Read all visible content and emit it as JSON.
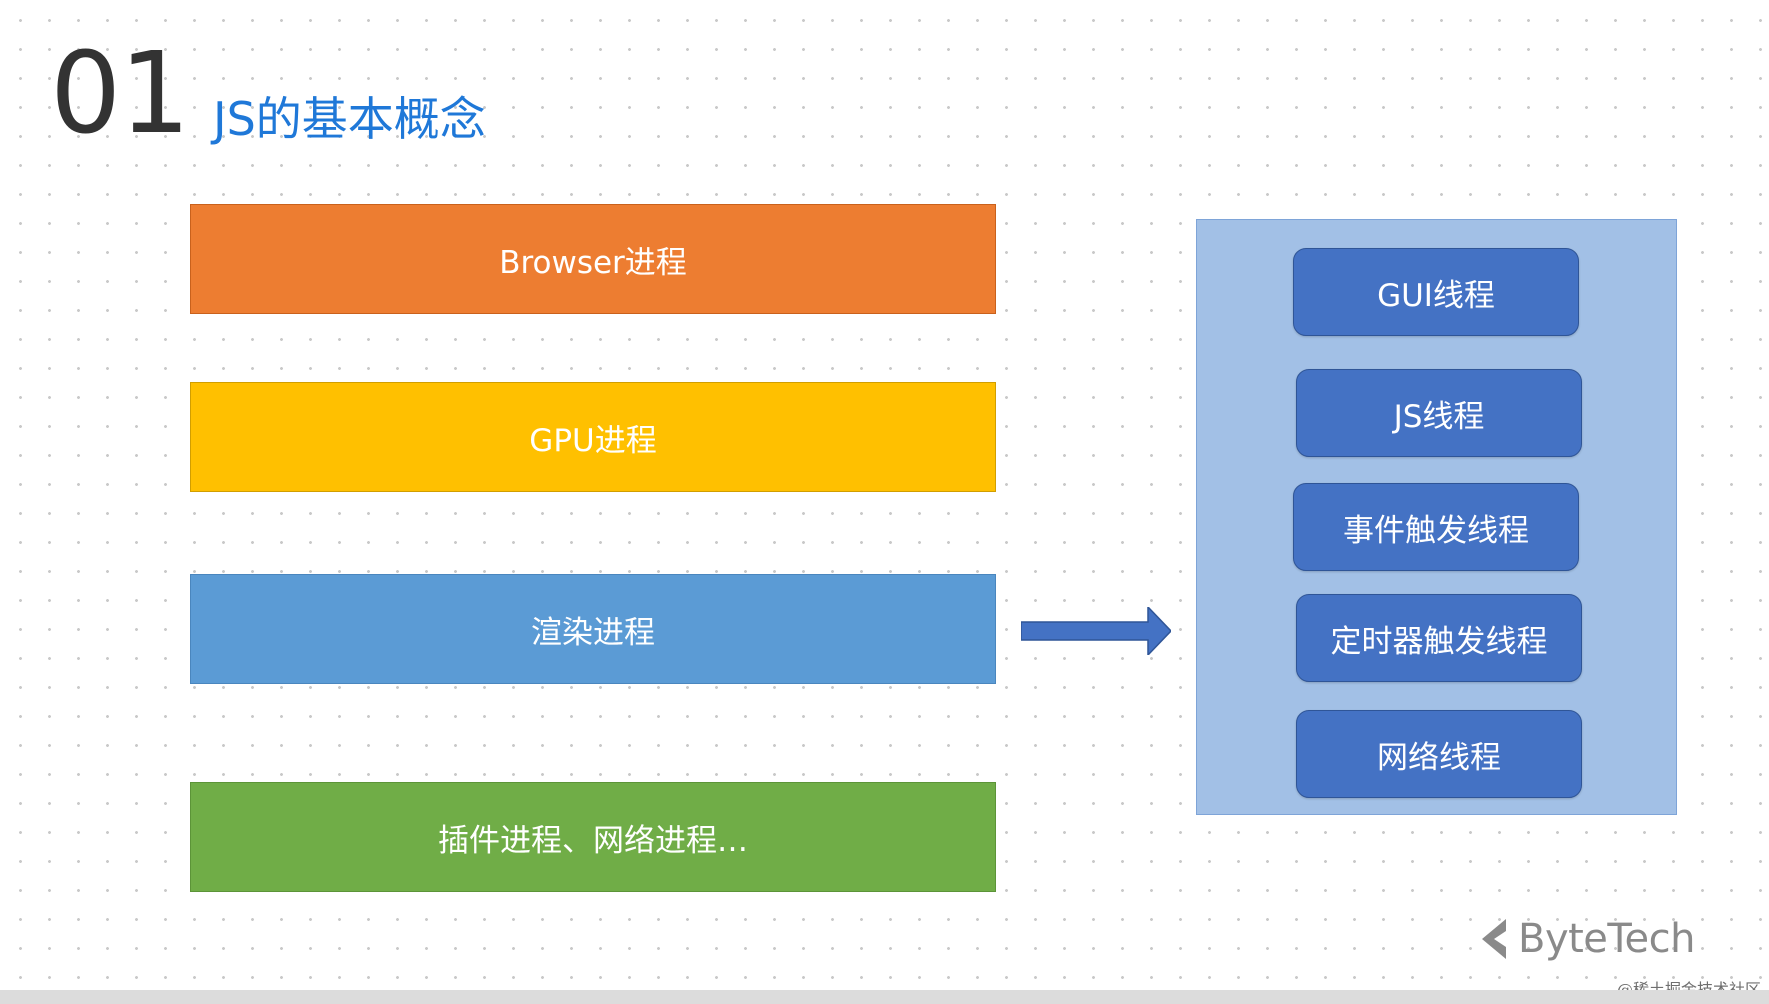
{
  "header": {
    "section_number": "01",
    "title": "JS的基本概念"
  },
  "processes": [
    {
      "label": "Browser进程",
      "color": "#ed7d31"
    },
    {
      "label": "GPU进程",
      "color": "#ffc000"
    },
    {
      "label": "渲染进程",
      "color": "#5b9bd5"
    },
    {
      "label": "插件进程、网络进程…",
      "color": "#70ad47"
    }
  ],
  "relation": {
    "from": "渲染进程",
    "icon": "right-arrow-icon",
    "color": "#4472c4"
  },
  "threads": [
    {
      "label": "GUI线程"
    },
    {
      "label": "JS线程"
    },
    {
      "label": "事件触发线程"
    },
    {
      "label": "定时器触发线程"
    },
    {
      "label": "网络线程"
    }
  ],
  "colors": {
    "thread_panel": "#a2c0e6",
    "thread_box": "#4472c4",
    "title": "#1f78d8"
  },
  "branding": {
    "logo_icon": "bytetech-logo-icon",
    "name": "ByteTech",
    "credit": "@稀土掘金技术社区"
  }
}
